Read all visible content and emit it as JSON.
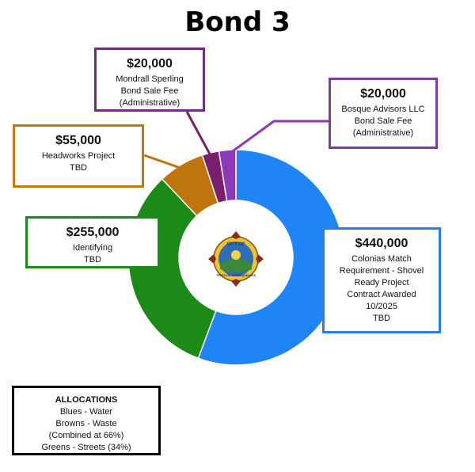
{
  "title": "Bond 3",
  "chart_data": {
    "type": "pie",
    "title": "Bond 3",
    "slices": [
      {
        "label": "$440,000",
        "value": 440000,
        "color": "#1f85f7",
        "lines": [
          "Colonias Match",
          "Requirement - Shovel",
          "Ready Project",
          "Contract Awarded",
          "10/2025",
          "TBD"
        ]
      },
      {
        "label": "$255,000",
        "value": 255000,
        "color": "#1b8a16",
        "lines": [
          "Identifying",
          "TBD"
        ]
      },
      {
        "label": "$55,000",
        "value": 55000,
        "color": "#c0740d",
        "lines": [
          "Headworks Project",
          "TBD"
        ]
      },
      {
        "label": "$20,000",
        "value": 20000,
        "color": "#7a1f6e",
        "lines": [
          "Mondrall Sperling",
          "Bond Sale Fee",
          "(Administrative)"
        ]
      },
      {
        "label": "$20,000",
        "value": 20000,
        "color": "#8a3ab8",
        "lines": [
          "Bosque Advisors LLC",
          "Bond Sale Fee",
          "(Administrative)"
        ]
      }
    ]
  },
  "legend": {
    "heading": "ALLOCATIONS",
    "lines": [
      "Blues - Water",
      "Browns - Waste",
      "(Combined at 66%)",
      "Greens - Streets  (34%)"
    ]
  },
  "seal": {
    "top_text": "CITY OF",
    "bottom_text": "TRUTH OR CONSEQUENCES"
  }
}
